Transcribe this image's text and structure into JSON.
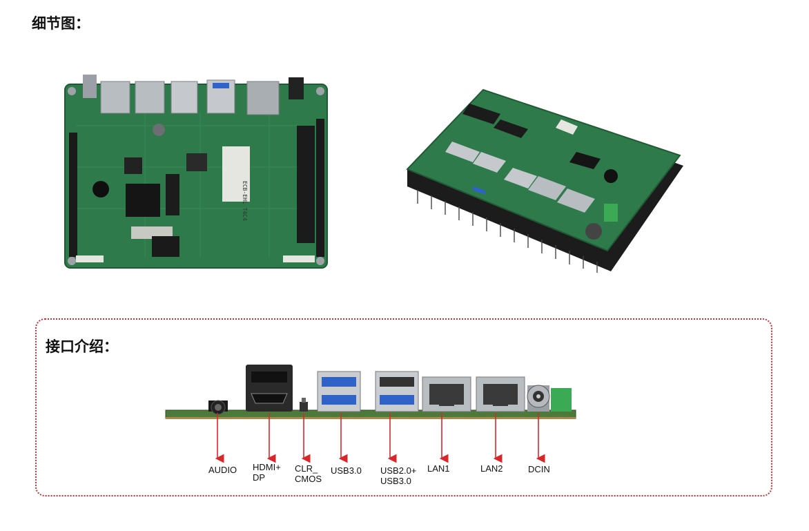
{
  "section_detail": {
    "title": "细节图："
  },
  "section_ports": {
    "title": "接口介绍：",
    "ports": [
      {
        "id": "audio",
        "label": "AUDIO"
      },
      {
        "id": "hdmi",
        "label": "HDMI+\nDP"
      },
      {
        "id": "clr",
        "label": "CLR_\nCMOS"
      },
      {
        "id": "usb3",
        "label": "USB3.0"
      },
      {
        "id": "usb2",
        "label": "USB2.0+\nUSB3.0"
      },
      {
        "id": "lan1",
        "label": "LAN1"
      },
      {
        "id": "lan2",
        "label": "LAN2"
      },
      {
        "id": "dcin",
        "label": "DCIN"
      }
    ]
  },
  "silkscreen": {
    "model": "ECB-EHL T4C4"
  },
  "colors": {
    "accent": "#d9262b",
    "pcb": "#2f7a4a",
    "heatsink": "#1c1c1c"
  }
}
